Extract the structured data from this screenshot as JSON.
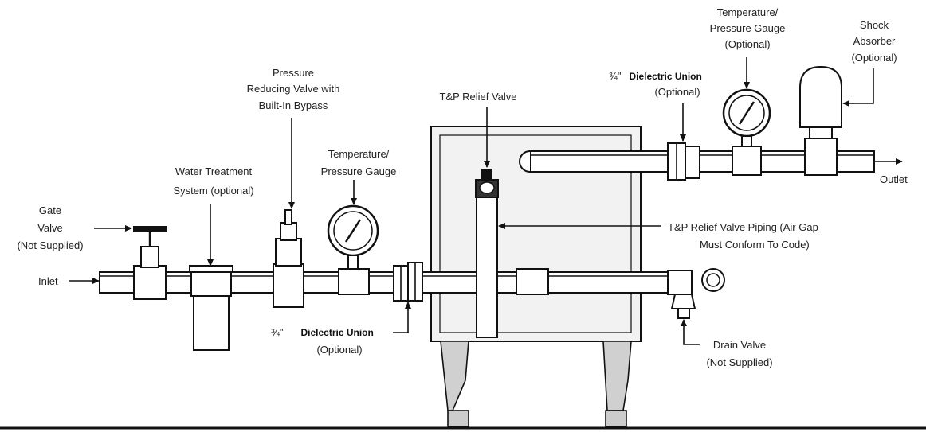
{
  "labels": {
    "gate_valve": [
      "Gate",
      "Valve",
      "(Not Supplied)"
    ],
    "water_treatment": [
      "Water Treatment",
      "System (optional)"
    ],
    "prv": [
      "Pressure",
      "Reducing Valve with",
      "Built-In Bypass"
    ],
    "temp_gauge_1": [
      "Temperature/",
      "Pressure Gauge"
    ],
    "inlet": "Inlet",
    "union_1": {
      "fraction": "¾\"",
      "name": "Dielectric Union",
      "note": "(Optional)"
    },
    "tp_relief_valve": "T&P Relief Valve",
    "tp_piping": [
      "T&P Relief Valve Piping (Air Gap",
      "Must Conform To Code)"
    ],
    "union_2": {
      "fraction": "¾\"",
      "name": "Dielectric Union",
      "note": "(Optional)"
    },
    "temp_gauge_2": [
      "Temperature/",
      "Pressure Gauge",
      "(Optional)"
    ],
    "shock_absorber": [
      "Shock",
      "Absorber",
      "(Optional)"
    ],
    "outlet": "Outlet",
    "drain_valve": [
      "Drain Valve",
      "(Not Supplied)"
    ]
  }
}
